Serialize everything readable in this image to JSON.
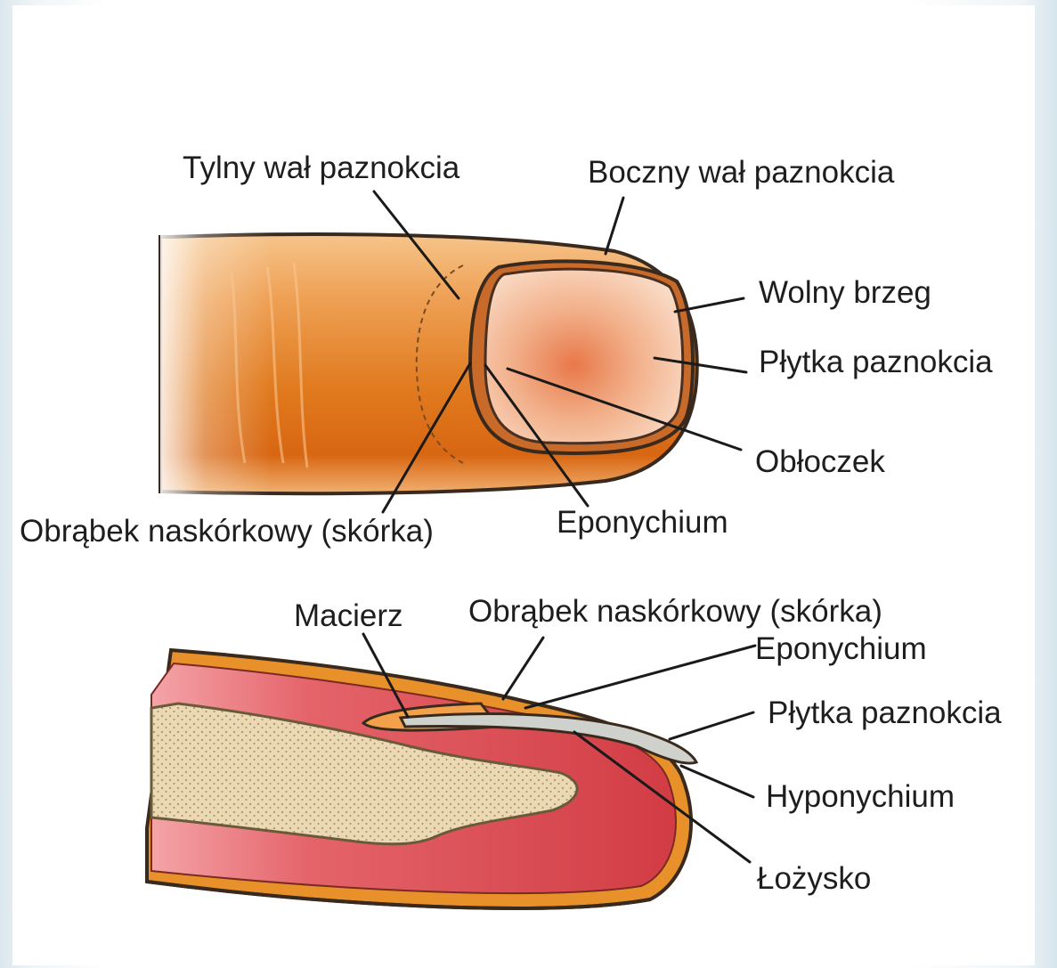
{
  "top_diagram": {
    "labels": {
      "proximal_nail_fold": "Tylny wał paznokcia",
      "lateral_nail_fold": "Boczny wał paznokcia",
      "free_edge": "Wolny brzeg",
      "nail_plate": "Płytka paznokcia",
      "lunula": "Obłoczek",
      "cuticle": "Obrąbek naskórkowy (skórka)",
      "eponychium": "Eponychium"
    }
  },
  "bottom_diagram": {
    "labels": {
      "matrix": "Macierz",
      "cuticle": "Obrąbek naskórkowy (skórka)",
      "eponychium": "Eponychium",
      "nail_plate": "Płytka paznokcia",
      "hyponychium": "Hyponychium",
      "nail_bed": "Łożysko"
    }
  },
  "colors": {
    "skin_orange": "#e07a1e",
    "nail_pink": "#f2c3a6",
    "tissue_red": "#d8474d",
    "bone_beige": "#e8d8b2",
    "outline": "#3a2a1e"
  }
}
